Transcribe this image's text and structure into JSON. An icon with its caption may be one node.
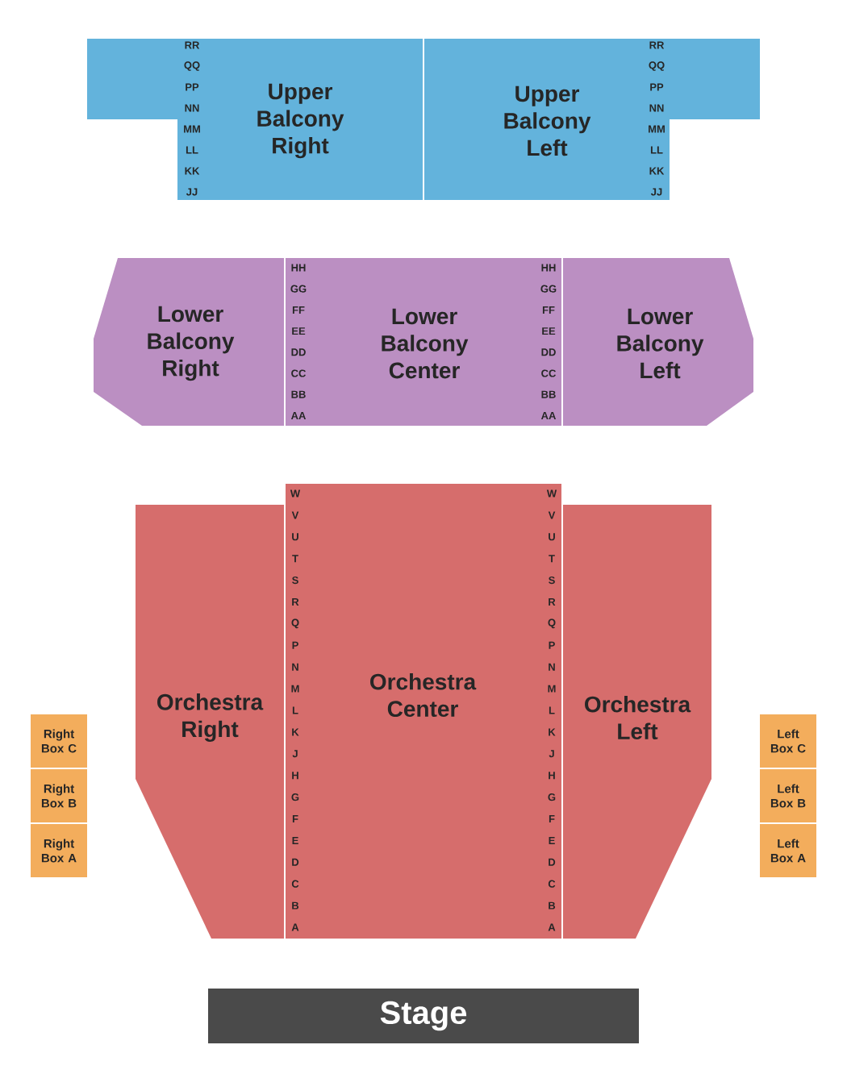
{
  "diagram": {
    "nodes": [
      {
        "text": [
          "Upper Balcony Right",
          "RR",
          "QQ",
          "PP",
          "NN",
          "MM",
          "LL",
          "KK",
          "JJ"
        ]
      },
      {
        "text": [
          "Upper Balcony Left",
          "RR",
          "QQ",
          "PP",
          "NN",
          "MM",
          "LL",
          "KK",
          "JJ"
        ]
      },
      {
        "text": [
          "Lower Balcony Right"
        ]
      },
      {
        "text": [
          "Lower Balcony Center",
          "HH",
          "GG",
          "FF",
          "EE",
          "DD",
          "CC",
          "BB",
          "AA",
          "HH",
          "GG",
          "FF",
          "EE",
          "DD",
          "CC",
          "BB",
          "AA"
        ]
      },
      {
        "text": [
          "Lower Balcony Left"
        ]
      },
      {
        "text": [
          "Orchestra Right"
        ]
      },
      {
        "text": [
          "Orchestra Center",
          "W",
          "V",
          "U",
          "T",
          "S",
          "R",
          "Q",
          "P",
          "N",
          "M",
          "L",
          "K",
          "J",
          "H",
          "G",
          "F",
          "E",
          "D",
          "C",
          "B",
          "A",
          "W",
          "V",
          "U",
          "T",
          "S",
          "R",
          "Q",
          "P",
          "N",
          "M",
          "L",
          "K",
          "J",
          "H",
          "G",
          "F",
          "E",
          "D",
          "C",
          "B",
          "A"
        ]
      },
      {
        "text": [
          "Orchestra Left"
        ]
      },
      {
        "text": [
          "Right Box C"
        ]
      },
      {
        "text": [
          "Right Box B"
        ]
      },
      {
        "text": [
          "Right Box A"
        ]
      },
      {
        "text": [
          "Left Box C"
        ]
      },
      {
        "text": [
          "Left Box B"
        ]
      },
      {
        "text": [
          "Left Box A"
        ]
      },
      {
        "text": [
          "Stage"
        ]
      }
    ]
  }
}
